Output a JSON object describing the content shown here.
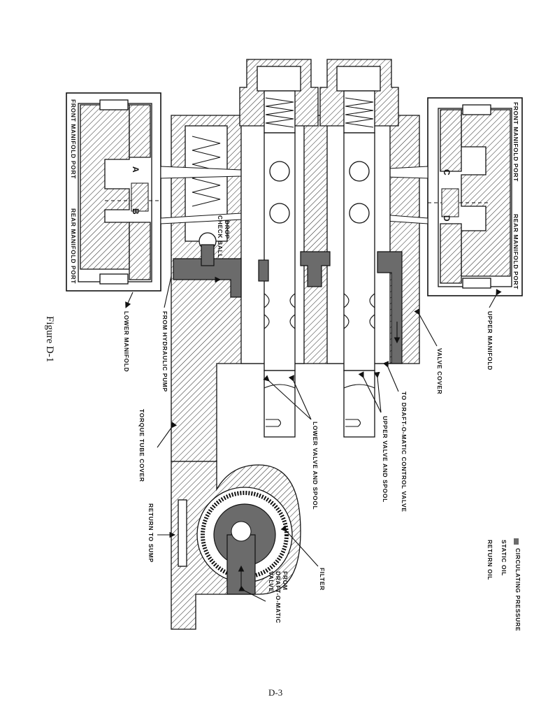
{
  "legend": {
    "circulating": "CIRCULATING PRESSURE",
    "static": "STATIC OIL",
    "return": "RETURN OIL"
  },
  "labels": {
    "front_manifold_left": "FRONT MANIFOLD PORT",
    "rear_manifold_left": "REAR MANIFOLD PORT",
    "front_manifold_right": "FRONT MANIFOLD PORT",
    "rear_manifold_right": "REAR MANIFOLD PORT",
    "port_a": "A",
    "port_b": "B",
    "port_c": "C",
    "port_d": "D",
    "drop_check_ball_1": "DROP",
    "drop_check_ball_2": "CHECK BALL",
    "lower_manifold": "LOWER MANIFOLD",
    "from_hydraulic_pump": "FROM HYDRAULIC PUMP",
    "upper_manifold": "UPPER MANIFOLD",
    "valve_cover": "VALVE COVER",
    "to_draft_o_matic": "TO DRAFT-O-MATIC CONTROL VALVE",
    "upper_valve_spool": "UPPER VALVE AND SPOOL",
    "lower_valve_spool": "LOWER VALVE AND SPOOL",
    "torque_tube_cover": "TORQUE TUBE COVER",
    "return_to_sump": "RETURN TO SUMP",
    "filter": "FILTER",
    "from_valve_1": "FROM",
    "from_valve_2": "DRAFT-O-MATIC",
    "from_valve_3": "VALVE"
  },
  "caption": "Figure D-1",
  "page_number": "D-3",
  "colors": {
    "ink": "#111111",
    "pressure": "#6b6b6b",
    "paper": "#ffffff"
  }
}
